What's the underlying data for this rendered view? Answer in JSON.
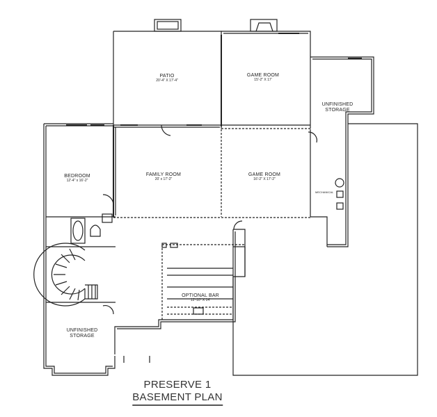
{
  "plan": {
    "title_line1": "PRESERVE 1",
    "title_line2": "BASEMENT PLAN"
  },
  "rooms": [
    {
      "name": "PATIO",
      "dims": "20'-4\" X 17'-4\""
    },
    {
      "name": "GAME ROOM",
      "dims": "15'-2\" X 17'"
    },
    {
      "name": "UNFINISHED STORAGE",
      "dims": ""
    },
    {
      "name": "BEDROOM",
      "dims": "12'-4\" x 16'-2\""
    },
    {
      "name": "FAMILY ROOM",
      "dims": "20' x 17'-2\""
    },
    {
      "name": "GAME ROOM",
      "dims": "16'-2\" X 17'-2\""
    },
    {
      "name": "OPTIONAL BAR",
      "dims": "12'-10\" X 14'"
    },
    {
      "name": "UNFINISHED STORAGE",
      "dims": ""
    }
  ],
  "labels": {
    "mechanical": "MECHANICAL",
    "storage_line1": "UNFINISHED",
    "storage_line2": "STORAGE"
  }
}
